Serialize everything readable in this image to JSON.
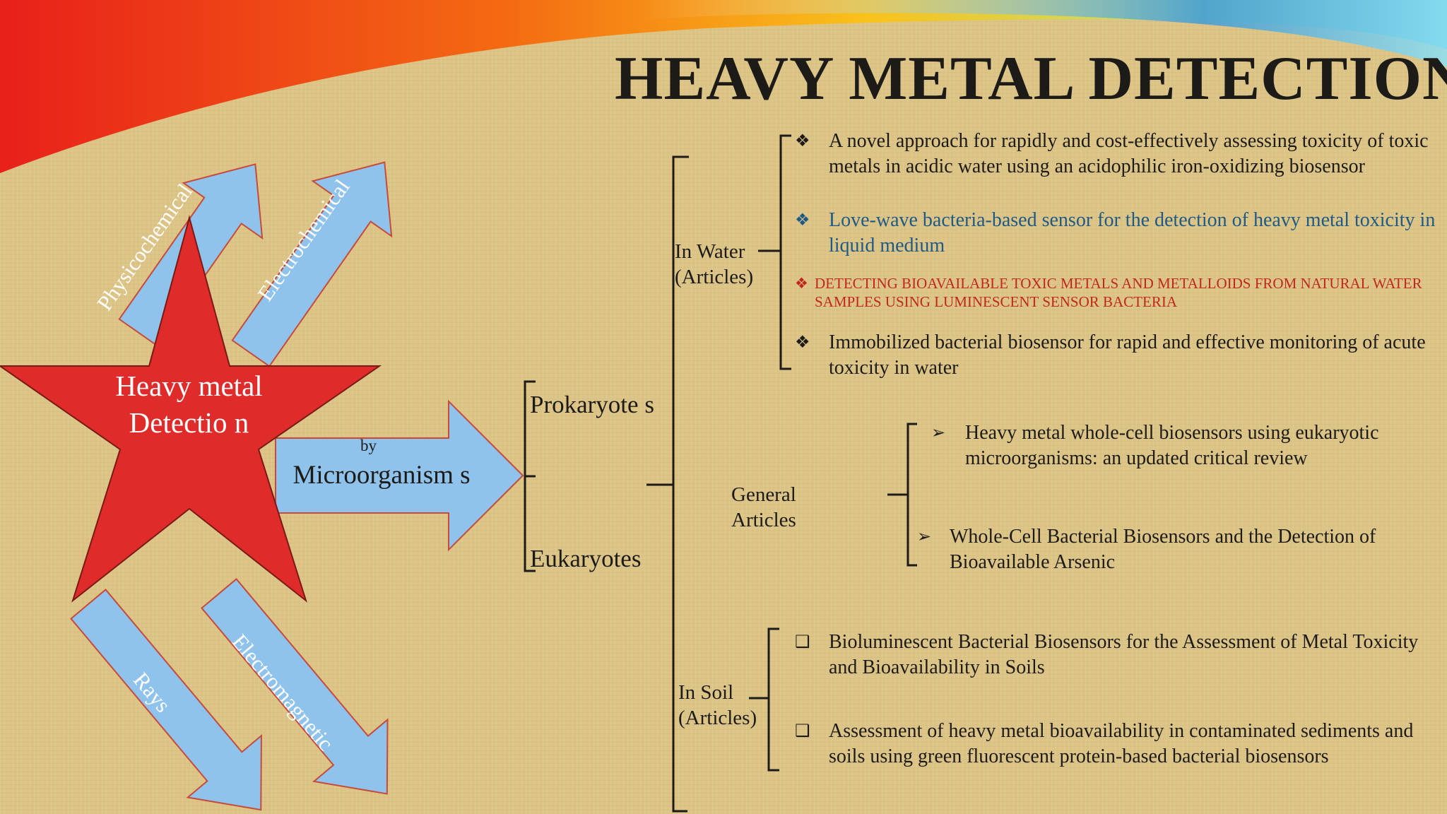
{
  "slide": {
    "title": "HEAVY METAL DETECTION",
    "colors": {
      "star": "#e02b2b",
      "arrow": "#8fc3ec",
      "arrow_stroke": "#c74a3a",
      "background": "#dcc486",
      "link_blue": "#1f5a86",
      "link_red": "#c0281e"
    }
  },
  "diagram": {
    "center_label": "Heavy metal Detectio n",
    "methods": {
      "physicochemical": "Physicochemical",
      "electrochemical": "Electrochemical",
      "rays": "Rays",
      "electromagnetic": "Electromagnetic"
    },
    "by_label": "by",
    "microorganisms_label": "Microorganism s",
    "prokaryotes_label": "Prokaryote s",
    "eukaryotes_label": "Eukaryotes",
    "in_water_label": "In Water (Articles)",
    "general_label": "General Articles",
    "in_soil_label": "In Soil (Articles)"
  },
  "water_articles": [
    {
      "bullet": "❖",
      "text": "A novel approach for rapidly and cost-effectively assessing toxicity of toxic metals in acidic water using an acidophilic iron-oxidizing biosensor"
    },
    {
      "bullet": "❖",
      "text": "Love-wave bacteria-based sensor for the detection of heavy metal toxicity in liquid medium"
    },
    {
      "bullet": "❖",
      "text": "DETECTING BIOAVAILABLE TOXIC METALS AND METALLOIDS FROM NATURAL WATER SAMPLES USING LUMINESCENT SENSOR BACTERIA"
    },
    {
      "bullet": "❖",
      "text": "Immobilized bacterial biosensor for rapid and effective monitoring of acute toxicity in water"
    }
  ],
  "general_articles": [
    {
      "bullet": "➢",
      "text": "Heavy metal whole-cell biosensors using eukaryotic microorganisms: an updated critical review"
    },
    {
      "bullet": "➢",
      "text": "Whole-Cell Bacterial Biosensors and the Detection of Bioavailable Arsenic"
    }
  ],
  "soil_articles": [
    {
      "bullet": "❑",
      "text": "Bioluminescent Bacterial Biosensors for the Assessment of Metal Toxicity and Bioavailability in Soils"
    },
    {
      "bullet": "❑",
      "text": "Assessment of heavy metal bioavailability in contaminated sediments and soils using green fluorescent protein-based bacterial biosensors"
    }
  ]
}
